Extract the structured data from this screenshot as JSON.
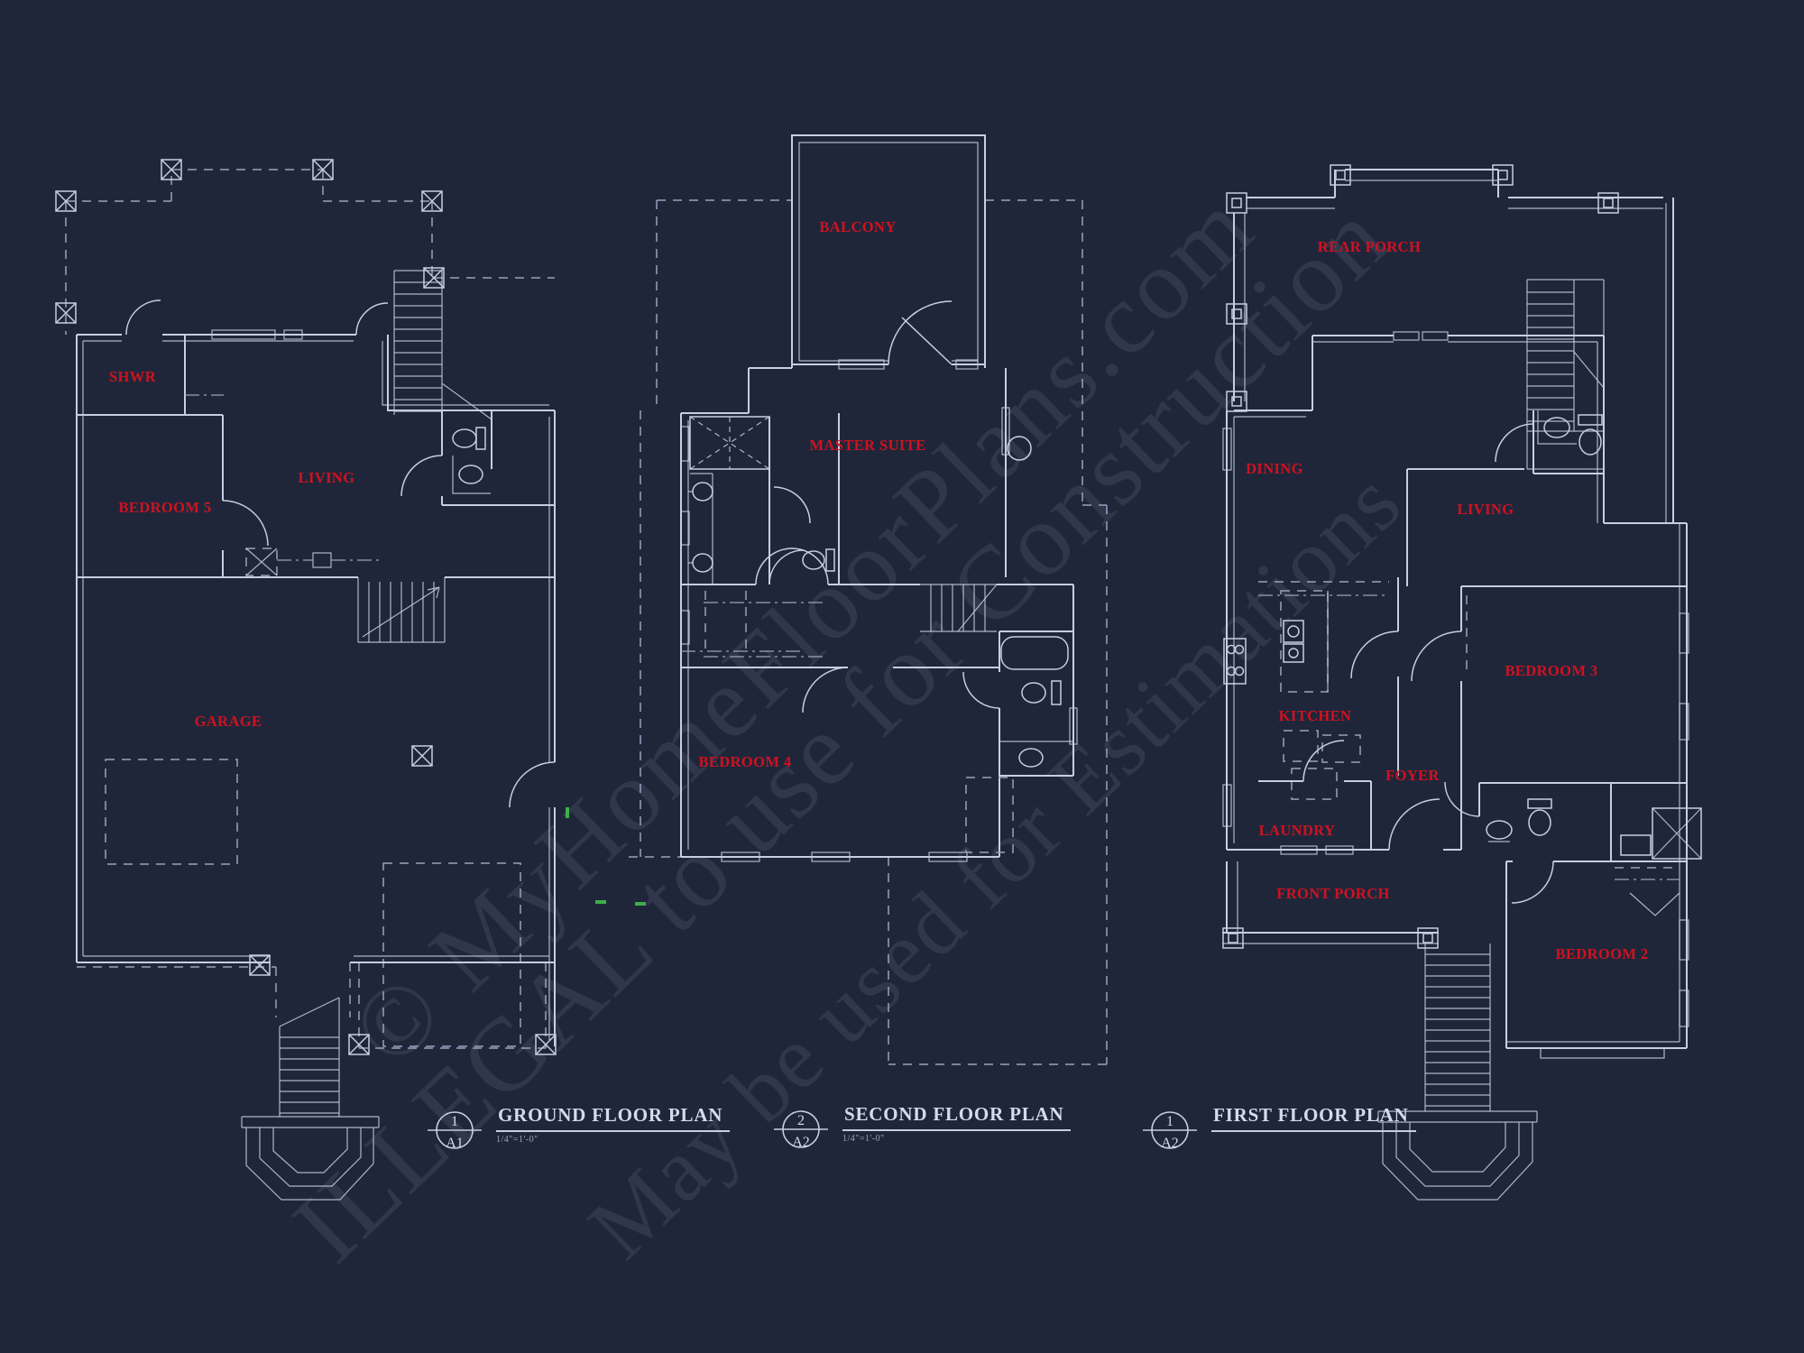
{
  "colors": {
    "background": "#20263a",
    "line": "#c6cfe2",
    "line_dim": "#97a2c0",
    "label_red": "#cf1220",
    "title_text": "#d3dbec",
    "watermark": "rgba(196,206,234,0.10)",
    "green_mark": "#3fae4a"
  },
  "watermark": {
    "line1": "© MyHomeFloorPlans.com",
    "line2": "ILLEGAL to use for Construction",
    "line3": "May be used for Estimations"
  },
  "plans": [
    {
      "name": "ground-floor",
      "labels": {
        "shwr": "SHWR",
        "bedroom5": "BEDROOM 5",
        "living": "LIVING",
        "garage": "GARAGE"
      },
      "title": {
        "number": "1",
        "sheet": "A1",
        "name": "GROUND FLOOR PLAN",
        "scale": "1/4\"=1'-0\""
      }
    },
    {
      "name": "second-floor",
      "labels": {
        "balcony": "BALCONY",
        "master": "MASTER SUITE",
        "bedroom4": "BEDROOM 4"
      },
      "title": {
        "number": "2",
        "sheet": "A2",
        "name": "SECOND FLOOR PLAN",
        "scale": "1/4\"=1'-0\""
      }
    },
    {
      "name": "first-floor",
      "labels": {
        "rear_porch": "REAR PORCH",
        "dining": "DINING",
        "living": "LIVING",
        "kitchen": "KITCHEN",
        "foyer": "FOYER",
        "laundry": "LAUNDRY",
        "front_porch": "FRONT PORCH",
        "bedroom3": "BEDROOM 3",
        "bedroom2": "BEDROOM 2"
      },
      "title": {
        "number": "1",
        "sheet": "A2",
        "name": "FIRST FLOOR PLAN",
        "scale": ""
      }
    }
  ]
}
